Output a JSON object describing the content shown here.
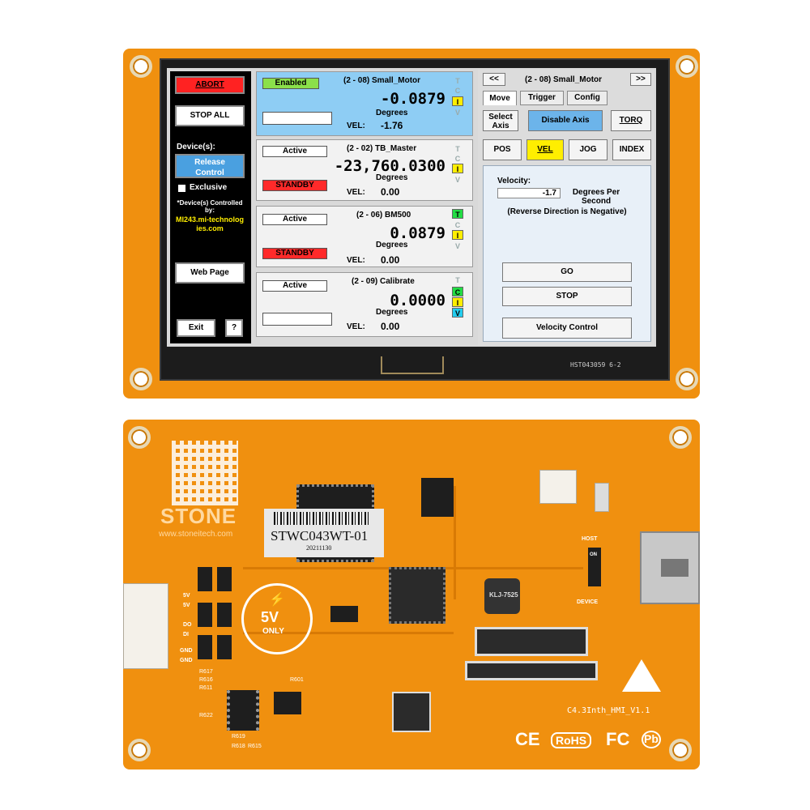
{
  "left": {
    "abort": "ABORT",
    "stop_all": "STOP ALL",
    "devices_label": "Device(s):",
    "release_control": "Release Control",
    "exclusive": "Exclusive",
    "controlled_by": "*Device(s) Controlled by:",
    "host": "MI243.mi-technologies.com",
    "web_page": "Web Page",
    "exit": "Exit",
    "help": "?"
  },
  "cards": [
    {
      "state": "Enabled",
      "title": "(2 - 08) Small_Motor",
      "value": "-0.0879",
      "unit": "Degrees",
      "vel_label": "VEL:",
      "vel": "-1.76",
      "second": ""
    },
    {
      "state": "Active",
      "title": "(2 - 02) TB_Master",
      "value": "-23,760.0300",
      "unit": "Degrees",
      "vel_label": "VEL:",
      "vel": "0.00",
      "second": "STANDBY"
    },
    {
      "state": "Active",
      "title": "(2 - 06) BM500",
      "value": "0.0879",
      "unit": "Degrees",
      "vel_label": "VEL:",
      "vel": "0.00",
      "second": "STANDBY"
    },
    {
      "state": "Active",
      "title": "(2 - 09) Calibrate",
      "value": "0.0000",
      "unit": "Degrees",
      "vel_label": "VEL:",
      "vel": "0.00",
      "second": ""
    }
  ],
  "indicators": {
    "t": "T",
    "c": "C",
    "i": "I",
    "v": "V"
  },
  "right": {
    "prev": "<<",
    "next": ">>",
    "title": "(2 - 08) Small_Motor",
    "tabs": [
      "Move",
      "Trigger",
      "Config"
    ],
    "select_axis": "Select Axis",
    "disable_axis": "Disable Axis",
    "torq": "TORQ",
    "modes": [
      "POS",
      "VEL",
      "JOG",
      "INDEX"
    ],
    "velocity_label": "Velocity:",
    "velocity_value": "-1.7",
    "velocity_unit": "Degrees Per Second",
    "note": "(Reverse Direction is Negative)",
    "go": "GO",
    "stop": "STOP",
    "velocity_control": "Velocity Control"
  },
  "panel_code": "HST043059 6-2",
  "back": {
    "brand": "STONE",
    "website": "www.stoneitech.com",
    "model": "STWC043WT-01",
    "date": "20211130",
    "voltage": "5V",
    "voltage_note": "ONLY",
    "inductor": "KLJ-7525",
    "host": "HOST",
    "device": "DEVICE",
    "on": "ON",
    "version": "C4.3Inth_HMI_V1.1",
    "pins": [
      "5V",
      "5V",
      "DO",
      "DI",
      "GND",
      "GND"
    ],
    "refs": [
      "R617",
      "R616",
      "R611",
      "R601",
      "R622",
      "R618",
      "R615",
      "R619"
    ],
    "certs": [
      "CE",
      "RoHS",
      "FC",
      "Pb"
    ]
  }
}
